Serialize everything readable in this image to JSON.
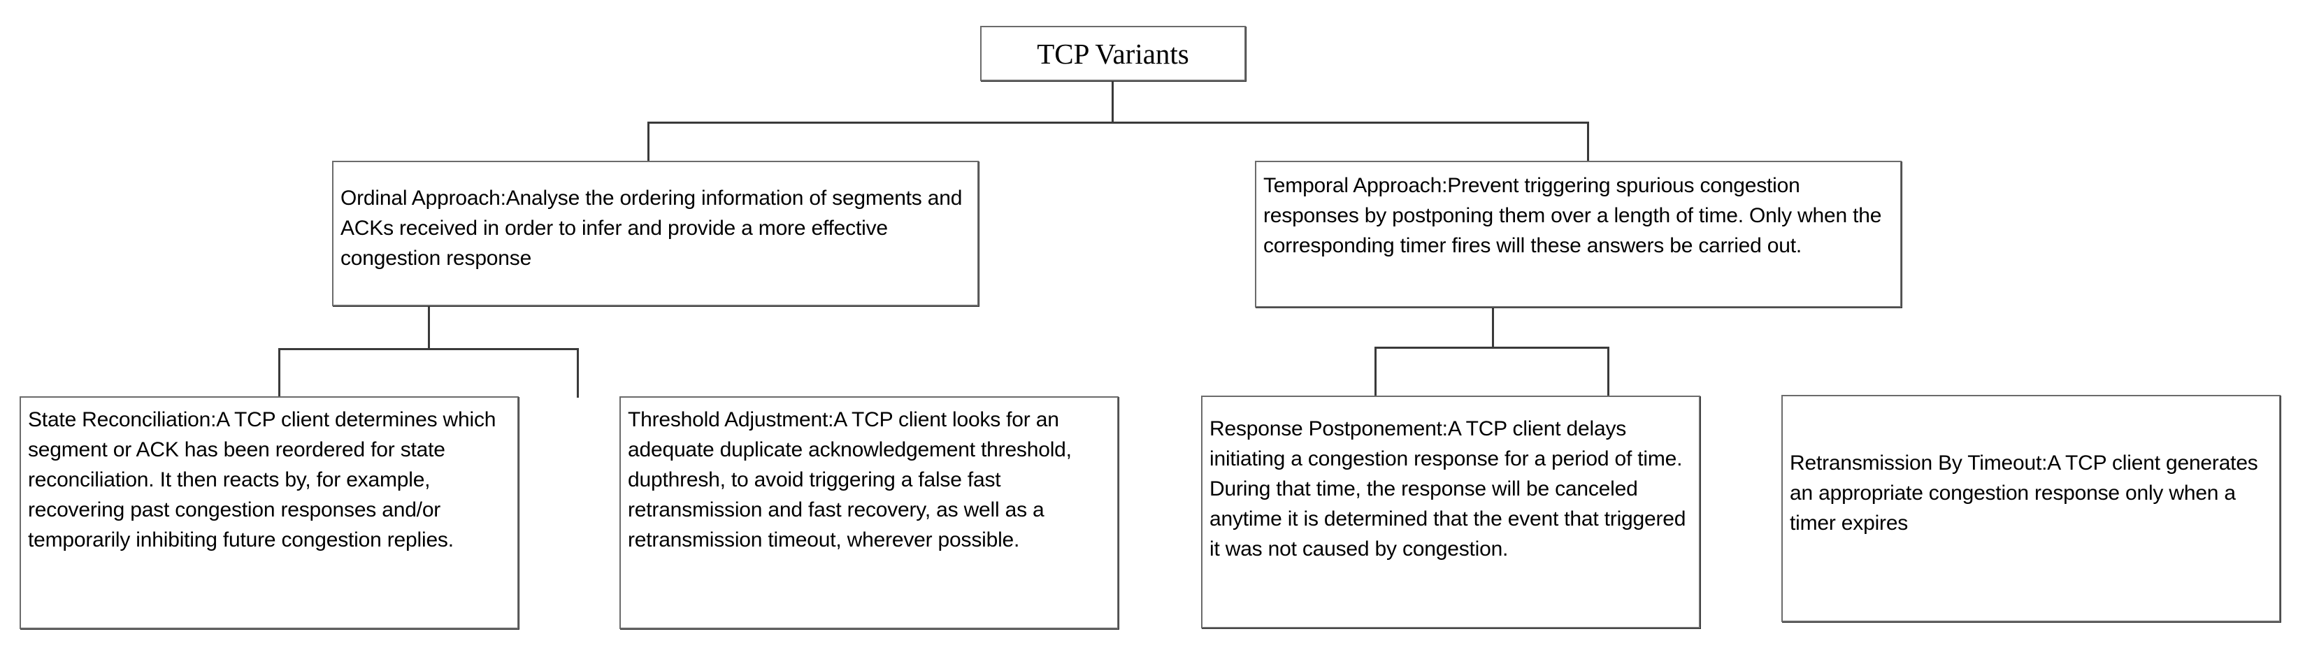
{
  "diagram": {
    "title": "TCP Variants",
    "type": "tree",
    "root": {
      "id": "root",
      "label": "TCP Variants"
    },
    "level1": [
      {
        "id": "ordinal",
        "label": "Ordinal Approach:Analyse the ordering information of segments and ACKs received in order to infer and provide a more effective congestion response",
        "term": "Ordinal Approach",
        "description": "Analyse the ordering information of segments and ACKs received in order to infer and provide a more effective congestion response"
      },
      {
        "id": "temporal",
        "label": "Temporal Approach:Prevent triggering spurious congestion responses by postponing them over a length of time. Only when the corresponding timer fires will these answers be carried out.",
        "term": "Temporal Approach",
        "description": "Prevent triggering spurious congestion responses by postponing them over a length of time. Only when the corresponding timer fires will these answers be carried out."
      }
    ],
    "level2": [
      {
        "id": "state-reconciliation",
        "parent": "ordinal",
        "label": "State Reconciliation:A TCP client determines which segment or ACK has been reordered for state reconciliation. It then reacts by, for example, recovering past congestion responses and/or temporarily inhibiting future congestion replies.",
        "term": "State Reconciliation",
        "description": "A TCP client determines which segment or ACK has been reordered for state reconciliation. It then reacts by, for example, recovering past congestion responses and/or temporarily inhibiting future congestion replies."
      },
      {
        "id": "threshold-adjustment",
        "parent": "ordinal",
        "label": "Threshold Adjustment:A TCP client looks for an adequate duplicate acknowledgement threshold, dupthresh, to avoid triggering a false fast retransmission and fast recovery, as well as a retransmission timeout, wherever possible.",
        "term": "Threshold Adjustment",
        "description": "A TCP client looks for an adequate duplicate acknowledgement threshold, dupthresh, to avoid triggering a false fast retransmission and fast recovery, as well as a retransmission timeout, wherever possible."
      },
      {
        "id": "response-postponement",
        "parent": "temporal",
        "label": "Response Postponement:A TCP client delays initiating a congestion response for a period of time. During that time, the response will be canceled anytime it is determined that the event that triggered it was not caused by congestion.",
        "term": "Response Postponement",
        "description": "A TCP client delays initiating a congestion response for a period of time. During that time, the response will be canceled anytime it is determined that the event that triggered it was not caused by congestion."
      },
      {
        "id": "retransmission-by-timeout",
        "parent": "temporal",
        "label": "Retransmission By Timeout:A TCP client generates an appropriate congestion response only when a timer expires",
        "term": "Retransmission By Timeout",
        "description": "A TCP client generates an appropriate congestion response only when a timer expires"
      }
    ],
    "colors": {
      "background": "#ffffff",
      "box_border": "#6b6b6b",
      "box_shadow": "#2b2b2b",
      "connector": "#3a3a3a",
      "text": "#000000"
    }
  }
}
